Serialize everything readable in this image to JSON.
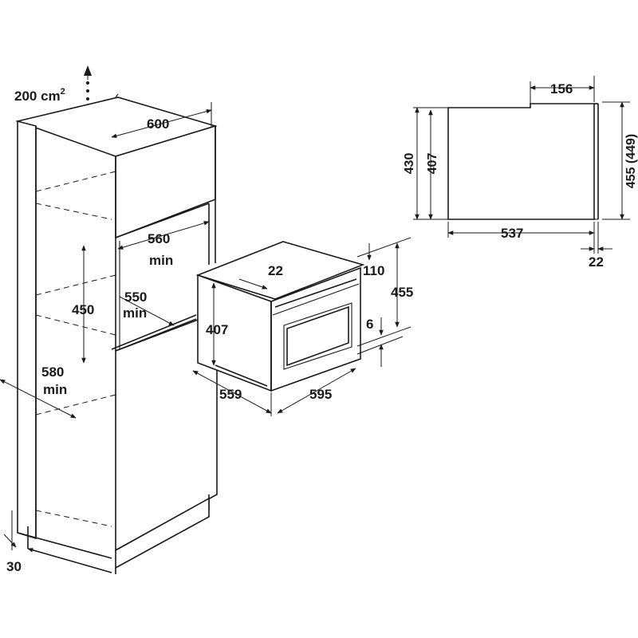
{
  "diagram": {
    "vent_area": {
      "value": "200 cm",
      "superscript": "2"
    },
    "cabinet": {
      "width": "600",
      "niche_width": "560",
      "niche_width_unit": "min",
      "niche_depth": "550",
      "niche_depth_unit": "min",
      "niche_height": "450",
      "depth": "580",
      "depth_unit": "min",
      "side_gap": "30"
    },
    "appliance": {
      "top_offset": "22",
      "front_height": "455",
      "top_clearance": "110",
      "bottom_clearance": "6",
      "body_height": "407",
      "depth": "559",
      "width": "595"
    },
    "side_view": {
      "rear_step": "156",
      "total_height": "430",
      "body_height": "407",
      "front_height": "455 (449)",
      "body_depth": "537",
      "panel_thickness": "22"
    }
  }
}
